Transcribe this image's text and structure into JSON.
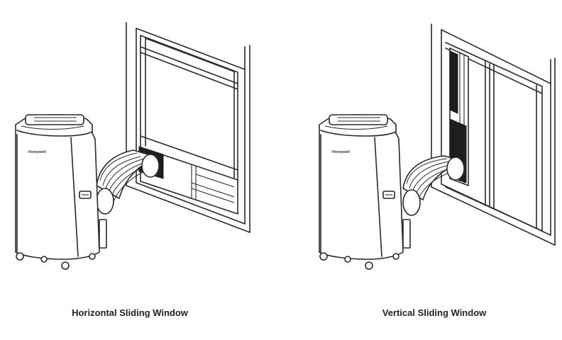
{
  "figure": {
    "left": {
      "caption": "Horizontal Sliding Window",
      "brand": "Honeywell"
    },
    "right": {
      "caption": "Vertical Sliding Window",
      "brand": "Honeywell"
    }
  },
  "colors": {
    "line": "#2a2a2a",
    "panel": "#1e1e1e",
    "background": "#ffffff"
  }
}
